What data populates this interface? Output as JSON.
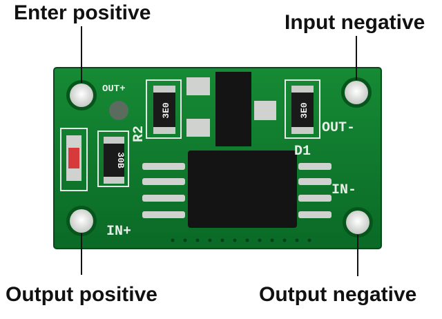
{
  "callouts": {
    "enter_positive": "Enter positive",
    "input_negative": "Input negative",
    "output_positive": "Output positive",
    "output_negative": "Output negative"
  },
  "silkscreen": {
    "out_plus": "OUT+",
    "out_minus": "OUT-",
    "in_plus": "IN+",
    "in_minus": "IN-",
    "r2": "R2",
    "d1": "D1"
  },
  "component_markings": {
    "res_top_left": "3E0",
    "res_top_right": "3E0",
    "res_left": "30B"
  },
  "colors": {
    "pcb": "#0c7a2c",
    "pcb_dark": "#06561c",
    "pad_silver": "#d7d9d6",
    "ic_black": "#141414",
    "led_red": "#d63a3a"
  }
}
